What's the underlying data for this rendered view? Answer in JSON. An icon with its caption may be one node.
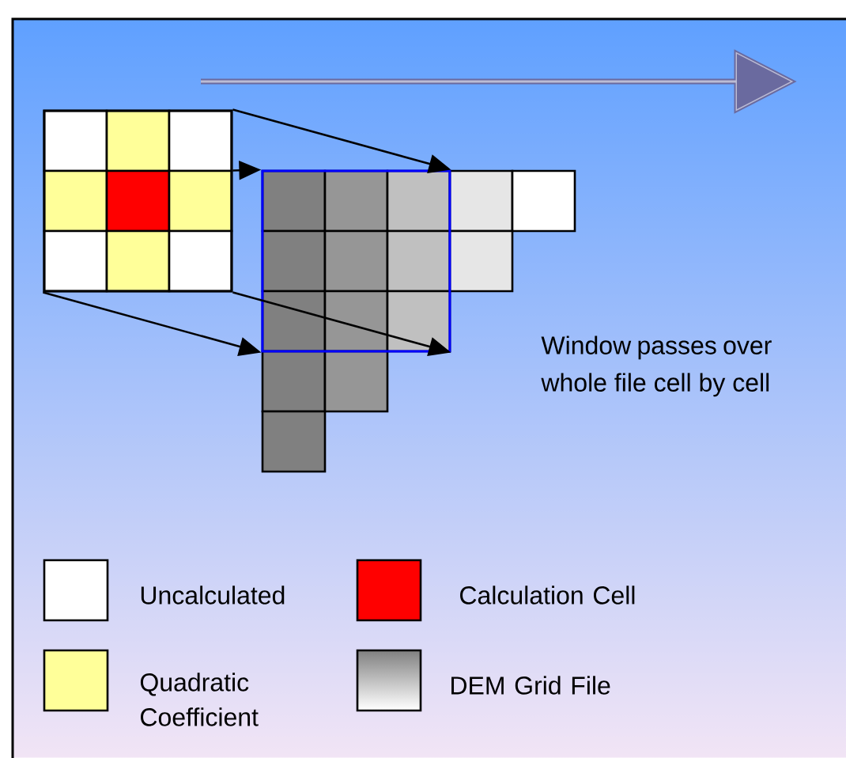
{
  "diagram": {
    "nodes": [
      {
        "text": [],
        "shape": "box"
      },
      {
        "text": [],
        "shape": "box"
      }
    ],
    "edges": [
      {
        "from": 0,
        "to": 1,
        "arrow": "to"
      },
      {
        "from": 0,
        "to": 1,
        "arrow": "to"
      },
      {
        "from": 0,
        "to": 1,
        "arrow": "to"
      },
      {
        "from": 0,
        "to": 1,
        "arrow": "to"
      }
    ],
    "labels": [
      "Window passes over whole file cell by cell"
    ],
    "legend": [
      {
        "text": "Uncalculated",
        "color": "#ffffff"
      },
      {
        "text": "Calculation Cell",
        "color": "#ff0000"
      },
      {
        "text": "Quadratic Coefficient",
        "color": "#ffff99"
      },
      {
        "text": "DEM Grid File"
      }
    ]
  }
}
